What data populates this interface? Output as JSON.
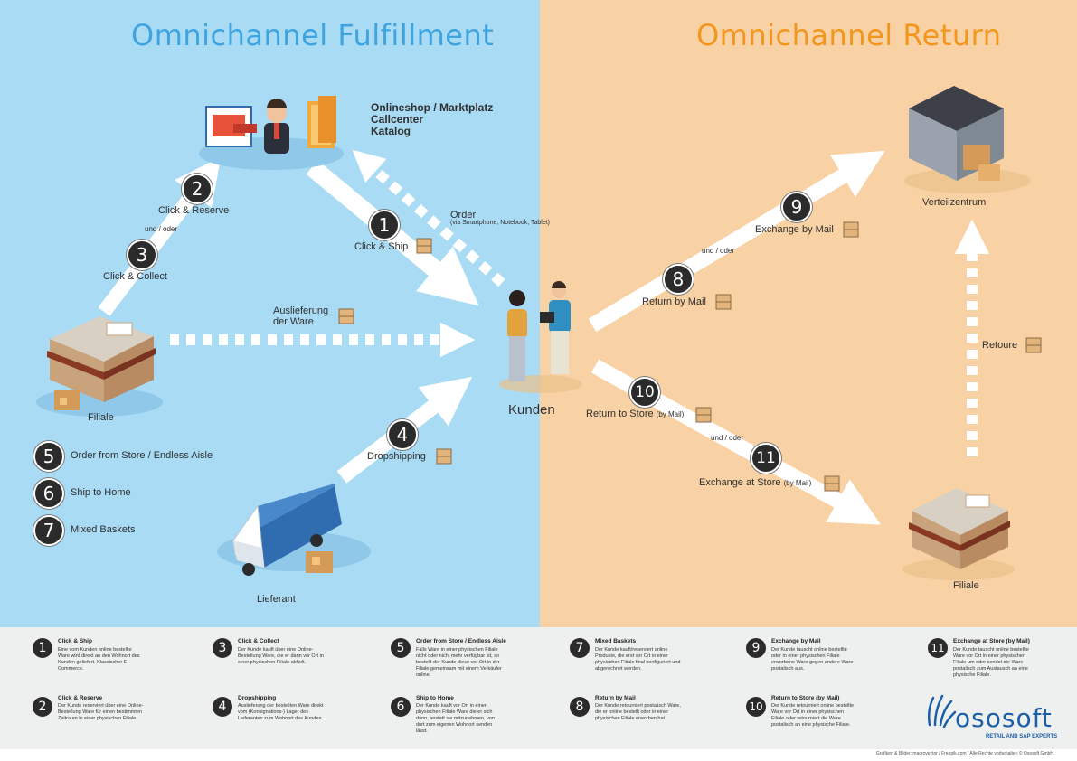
{
  "colors": {
    "left_bg": "#a9dbf5",
    "right_bg": "#f8d2a4",
    "title_left": "#3ea4e0",
    "title_right": "#f3961e",
    "arrow": "#ffffff",
    "badge": "#2b2b2b",
    "brand_blue": "#1a5fa8"
  },
  "titles": {
    "left": "Omnichannel Fulfillment",
    "right": "Omnichannel Return"
  },
  "nodes": {
    "channels": [
      "Onlineshop / Marktplatz",
      "Callcenter",
      "Katalog"
    ],
    "filiale_left": "Filiale",
    "kunden": "Kunden",
    "lieferant": "Lieferant",
    "verteilzentrum": "Verteilzentrum",
    "filiale_right": "Filiale"
  },
  "flows": {
    "click_reserve": {
      "num": "2",
      "label": "Click & Reserve"
    },
    "und_oder_1": "und / oder",
    "click_collect": {
      "num": "3",
      "label": "Click & Collect"
    },
    "click_ship": {
      "num": "1",
      "label": "Click & Ship"
    },
    "order": "Order",
    "order_sub": "(via Smartphone, Notebook, Tablet)",
    "auslieferung_1": "Auslieferung",
    "auslieferung_2": "der Ware",
    "dropshipping": {
      "num": "4",
      "label": "Dropshipping"
    },
    "exchange_mail": {
      "num": "9",
      "label": "Exchange by Mail"
    },
    "und_oder_2": "und / oder",
    "return_mail": {
      "num": "8",
      "label": "Return by Mail"
    },
    "retoure": "Retoure",
    "return_store": {
      "num": "10",
      "label": "Return to Store",
      "suffix": "(by Mail)"
    },
    "und_oder_3": "und / oder",
    "exchange_store": {
      "num": "11",
      "label": "Exchange at Store",
      "suffix": "(by Mail)"
    }
  },
  "left_list": [
    {
      "num": "5",
      "label": "Order from Store / Endless Aisle"
    },
    {
      "num": "6",
      "label": "Ship to Home"
    },
    {
      "num": "7",
      "label": "Mixed Baskets"
    }
  ],
  "legend": [
    {
      "num": "1",
      "title": "Click & Ship",
      "text": "Eine vom Kunden online bestellte Ware wird direkt an den Wohnort des Kunden geliefert. Klassischer E-Commerce."
    },
    {
      "num": "2",
      "title": "Click & Reserve",
      "text": "Der Kunde reserviert über eine Online-Bestellung Ware für einen bestimmten Zeitraum in einer physischen Filiale."
    },
    {
      "num": "3",
      "title": "Click & Collect",
      "text": "Der Kunde kauft über eine Online-Bestellung Ware, die er dann vor Ort in einer physischen Filiale abholt."
    },
    {
      "num": "4",
      "title": "Dropshipping",
      "text": "Auslieferung der bestellten Ware direkt vom (Konsignations-) Lager des Lieferanten zum Wohnort des Kunden."
    },
    {
      "num": "5",
      "title": "Order from Store / Endless Aisle",
      "text": "Falls Ware in einer physischen Filiale nicht oder nicht mehr verfügbar ist, so bestellt der Kunde diese vor Ort in der Filiale gemeinsam mit einem Verkäufer online."
    },
    {
      "num": "6",
      "title": "Ship to Home",
      "text": "Der Kunde kauft vor Ort in einer physischen Filiale Ware die er sich dann, anstatt sie mitzunehmen, von dort zum eigenen Wohnort senden lässt."
    },
    {
      "num": "7",
      "title": "Mixed Baskets",
      "text": "Der Kunde kauft/reserviert online Produkte, die erst vor Ort in einer physischen Filiale final konfiguriert und abgerechnet werden."
    },
    {
      "num": "8",
      "title": "Return by Mail",
      "text": "Der Kunde retourniert postalisch Ware, die er online bestellt oder in einer physischen Filiale erworben hat."
    },
    {
      "num": "9",
      "title": "Exchange by Mail",
      "text": "Der Kunde tauscht online bestellte oder in einer physischen Filiale erworbene Ware gegen andere Ware postalisch aus."
    },
    {
      "num": "10",
      "title": "Return to Store (by Mail)",
      "text": "Der Kunde retourniert online bestellte Ware vor Ort in einer physischen Filiale oder retourniert die Ware postalisch an eine physische Filiale."
    },
    {
      "num": "11",
      "title": "Exchange at Store (by Mail)",
      "text": "Der Kunde tauscht online bestellte Ware vor Ort in einer physischen Filiale um oder sendet die Ware postalisch zum Austausch an eine physische Filiale."
    }
  ],
  "brand": {
    "name": "ososoft",
    "tagline": "RETAIL AND SAP EXPERTS"
  },
  "footer": "Grafiken & Bilder: macrovector / Freepik.com | Alle Rechte vorbehalten © Ososoft GmbH"
}
